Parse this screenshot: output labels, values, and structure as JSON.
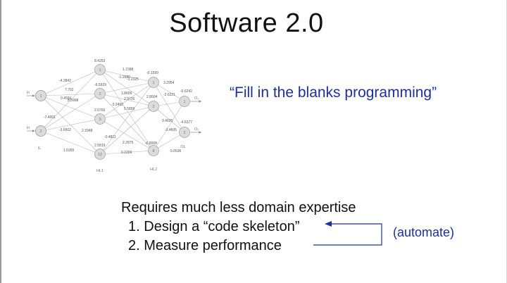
{
  "slide": {
    "title": "Software 2.0",
    "quote": "“Fill in the blanks programming”",
    "requirement": "Requires much less domain expertise",
    "items": [
      {
        "num": "1.",
        "text": "Design a “code skeleton”"
      },
      {
        "num": "2.",
        "text": "Measure performance"
      }
    ],
    "automate_label": "(automate)"
  },
  "network": {
    "input_nodes": [
      "1",
      "2"
    ],
    "hidden1_nodes": [
      "1",
      "2",
      "3",
      "12"
    ],
    "hidden2_nodes": [
      "1",
      "2",
      "8"
    ],
    "output_nodes": [
      "1",
      "2"
    ],
    "input_biases": [
      "ln",
      "ln"
    ],
    "output_biases": [
      "O₁",
      "O₂"
    ],
    "layer_labels": [
      "IL",
      "HL1",
      "HL2",
      "OL"
    ],
    "weights_in_h1": [
      "-4.3842",
      "7.762",
      "0.4556",
      "8.5998",
      "-7.4001",
      "-3.6502",
      "2.3348",
      "1.6355"
    ],
    "weights_h1_h2": [
      "1.7398",
      "-1.2680",
      "-1.2325",
      "1.8609",
      "-3.2492",
      "2.9726",
      "5.5899",
      "-0.4811",
      "2.2875",
      "0.2209"
    ],
    "weights_h2_out": [
      "3.2954",
      "-2.6221",
      "9.4620",
      "-3.4605",
      "5.0536"
    ],
    "biases_h1": [
      "8.4253",
      "-6.5929",
      "2.0765",
      "2.5819"
    ],
    "biases_h2": [
      "-0.1599",
      "2.8604",
      "-0.8008"
    ],
    "biases_out": [
      "-0.6242",
      "-4.6377"
    ]
  }
}
